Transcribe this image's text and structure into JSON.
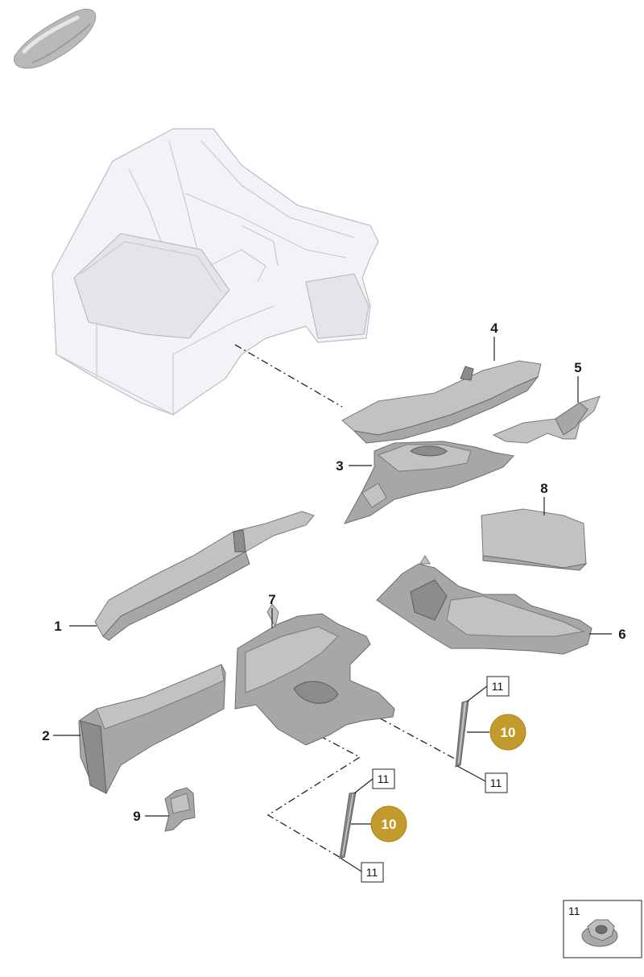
{
  "diagram": {
    "callouts": {
      "c1": "1",
      "c2": "2",
      "c3": "3",
      "c4": "4",
      "c5": "5",
      "c6": "6",
      "c7": "7",
      "c8": "8",
      "c9": "9",
      "c10a": "10",
      "c10b": "10"
    },
    "boxes": {
      "b11a": "11",
      "b11b": "11",
      "b11c": "11",
      "b11d": "11",
      "legend": "11"
    },
    "colors": {
      "gold_badge": "#c29b2c",
      "part_grey": "#a7a7a7",
      "shell_white": "#f2f3f6"
    },
    "icons": {
      "car": "car-silhouette-icon",
      "nut": "flange-nut-icon"
    }
  }
}
